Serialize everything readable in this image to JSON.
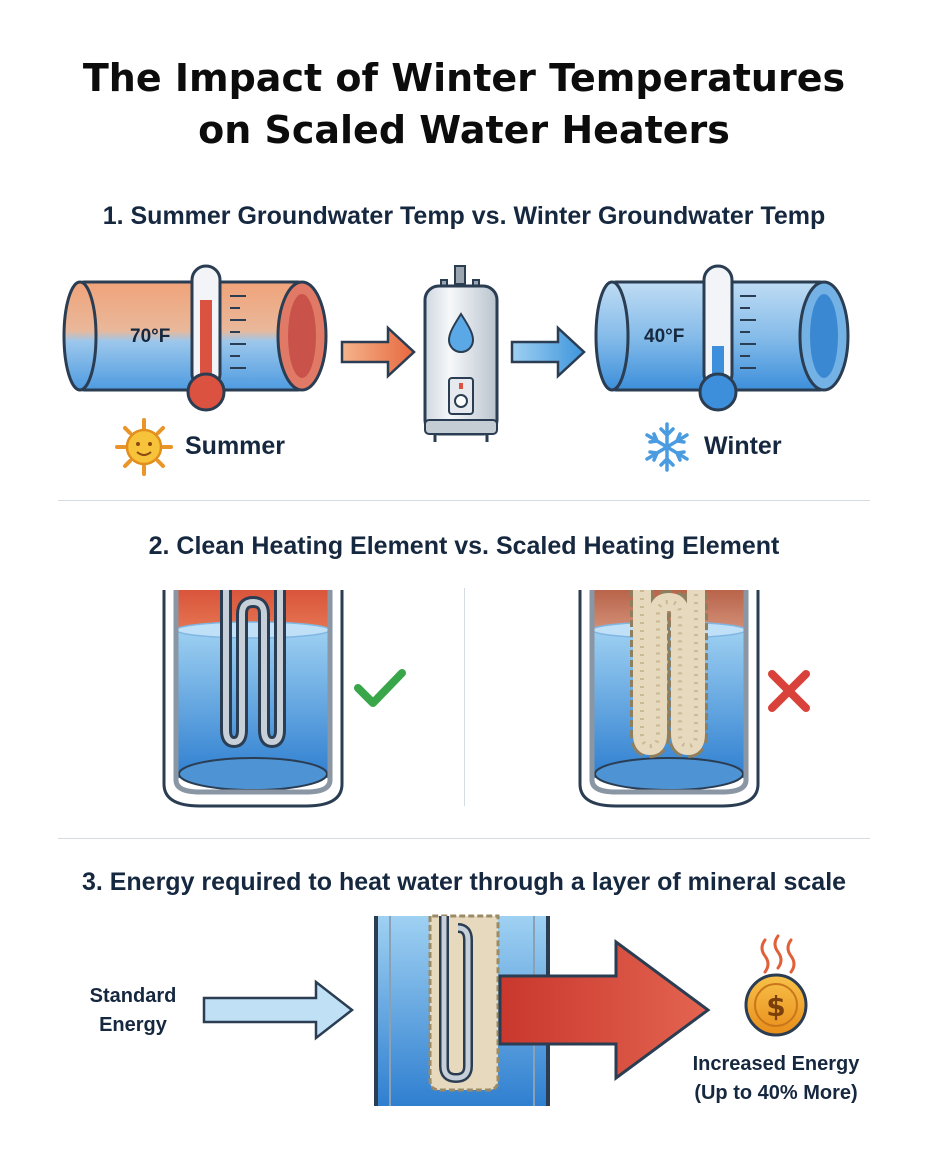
{
  "title": {
    "line1": "The Impact of Winter Temperatures",
    "line2": "on Scaled Water Heaters"
  },
  "section1": {
    "heading": "1. Summer Groundwater Temp vs. Winter Groundwater Temp",
    "summer_temp": "70°F",
    "winter_temp": "40°F",
    "summer_label": "Summer",
    "winter_label": "Winter"
  },
  "section2": {
    "heading": "2. Clean Heating Element vs. Scaled Heating Element"
  },
  "section3": {
    "heading": "3. Energy required to heat water through a layer of mineral scale",
    "standard_line1": "Standard",
    "standard_line2": "Energy",
    "increased_line1": "Increased Energy",
    "increased_line2": "(Up to 40% More)",
    "coin_symbol": "$"
  },
  "icons": [
    "sun-icon",
    "snowflake-icon",
    "water-drop-icon",
    "check-icon",
    "cross-icon",
    "heat-waves-icon",
    "dollar-coin-icon"
  ],
  "colors": {
    "warm_red": "#dc5240",
    "cool_blue": "#3d8fdb",
    "scale_beige": "#e6d9bd",
    "check_green": "#3aa64a",
    "cross_red": "#d9423a",
    "coin_orange": "#f1a32a"
  }
}
